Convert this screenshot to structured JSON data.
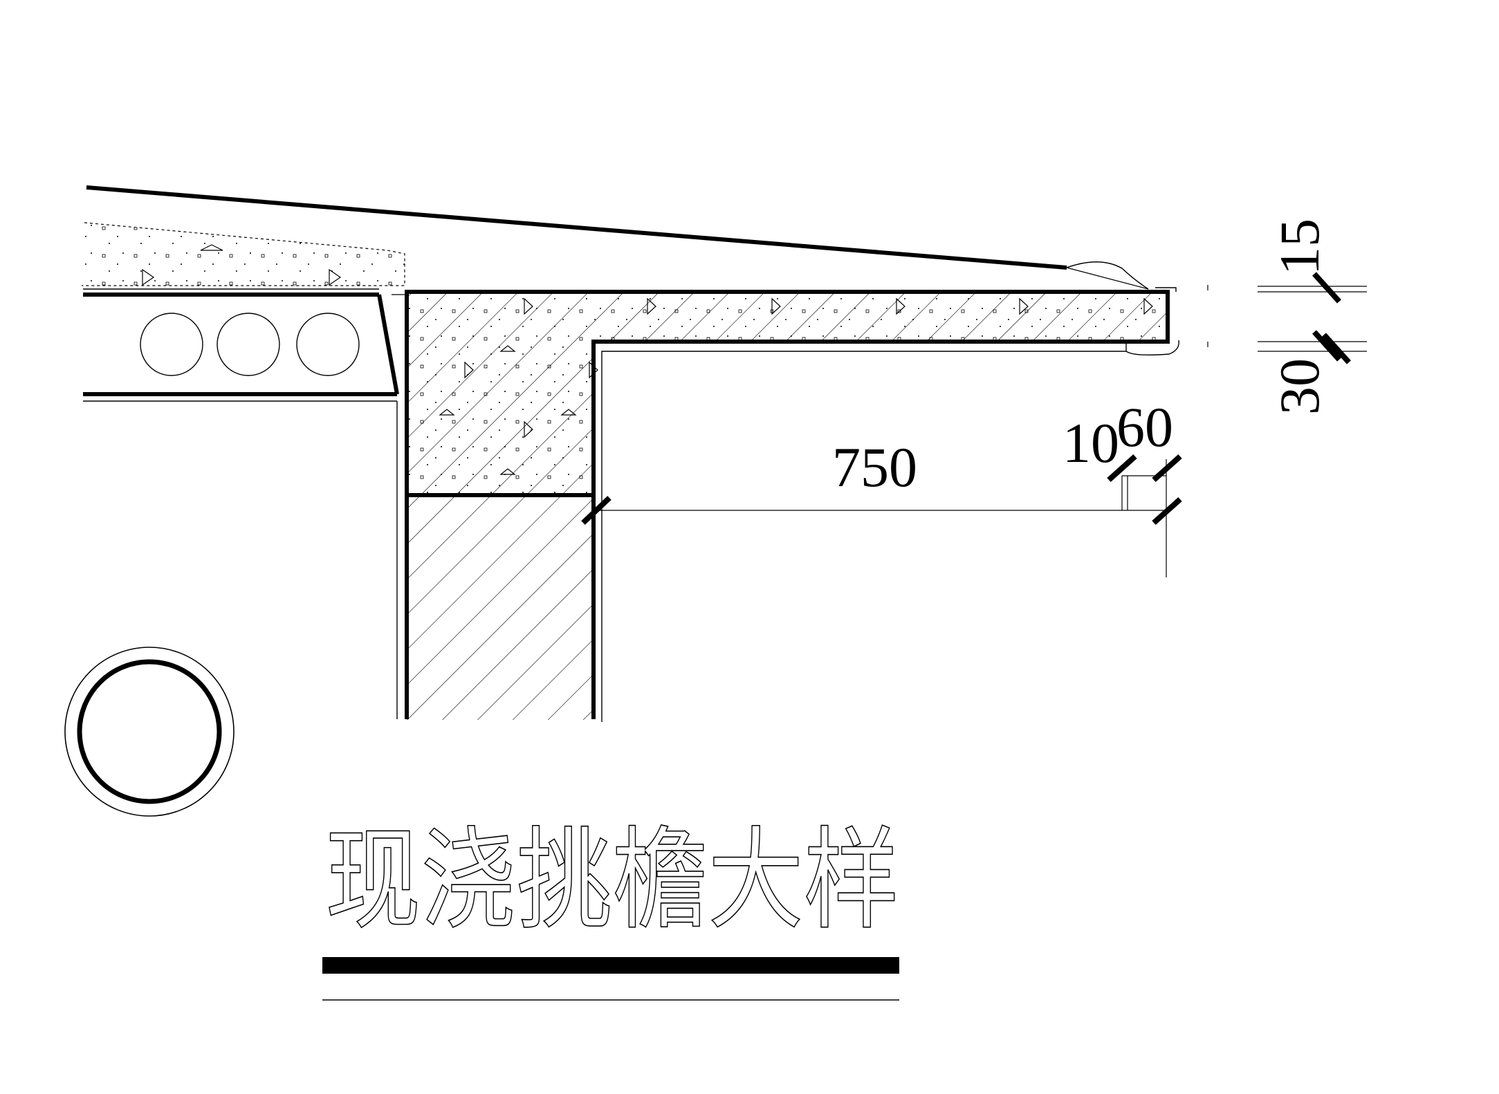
{
  "title": "现浇挑檐大样",
  "dimensions": {
    "span": "750",
    "gap": "10",
    "edge": "60",
    "top_thickness": "15",
    "bottom_thickness": "30"
  }
}
